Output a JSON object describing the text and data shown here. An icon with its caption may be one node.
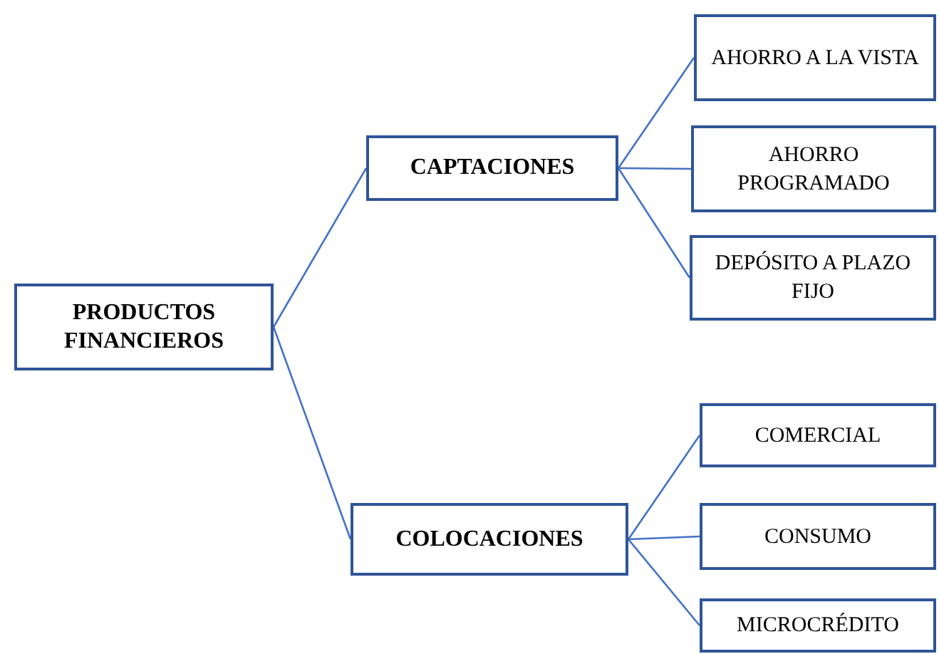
{
  "diagram": {
    "nodes": [
      {
        "text": [
          "PRODUCTOS FINANCIEROS"
        ]
      },
      {
        "text": [
          "CAPTACIONES"
        ]
      },
      {
        "text": [
          "AHORRO A LA VISTA"
        ]
      },
      {
        "text": [
          "AHORRO PROGRAMADO"
        ]
      },
      {
        "text": [
          "DEPÓSITO A PLAZO FIJO"
        ]
      },
      {
        "text": [
          "COLOCACIONES"
        ]
      },
      {
        "text": [
          "COMERCIAL"
        ]
      },
      {
        "text": [
          "CONSUMO"
        ]
      },
      {
        "text": [
          "MICROCRÉDITO"
        ]
      }
    ],
    "edges": [
      {
        "from": 0,
        "to": 1,
        "arrow": "none"
      },
      {
        "from": 0,
        "to": 5,
        "arrow": "none"
      },
      {
        "from": 1,
        "to": 2,
        "arrow": "none"
      },
      {
        "from": 1,
        "to": 3,
        "arrow": "none"
      },
      {
        "from": 1,
        "to": 4,
        "arrow": "none"
      },
      {
        "from": 5,
        "to": 6,
        "arrow": "none"
      },
      {
        "from": 5,
        "to": 7,
        "arrow": "none"
      },
      {
        "from": 5,
        "to": 8,
        "arrow": "none"
      }
    ]
  }
}
